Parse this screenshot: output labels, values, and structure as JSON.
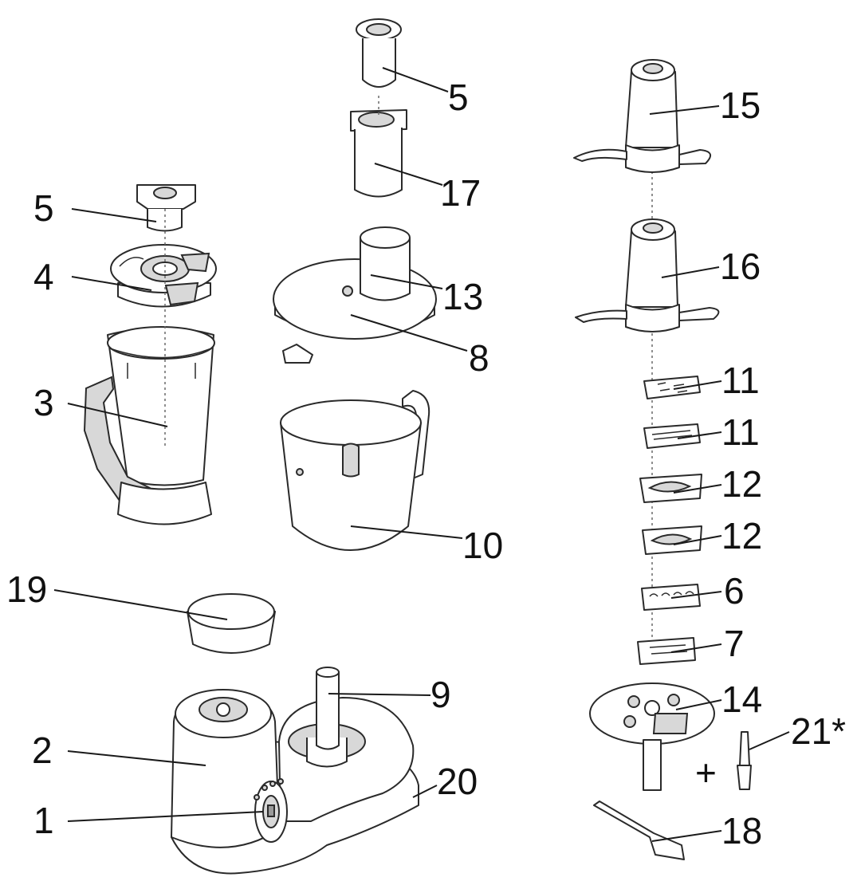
{
  "callouts": {
    "c1": "1",
    "c2": "2",
    "c3": "3",
    "c4": "4",
    "c5a": "5",
    "c5b": "5",
    "c6": "6",
    "c7": "7",
    "c8": "8",
    "c9": "9",
    "c10": "10",
    "c11a": "11",
    "c11b": "11",
    "c12a": "12",
    "c12b": "12",
    "c13": "13",
    "c14": "14",
    "c15": "15",
    "c16": "16",
    "c17": "17",
    "c18": "18",
    "c19": "19",
    "c20": "20",
    "c21": "21*",
    "plus": "+"
  },
  "icons": {
    "motor_base": "food-processor-base-icon",
    "blender_jug": "blender-jug-icon",
    "bowl": "processor-bowl-icon",
    "blade": "chopping-blade-icon",
    "disc": "slicing-disc-icon"
  }
}
